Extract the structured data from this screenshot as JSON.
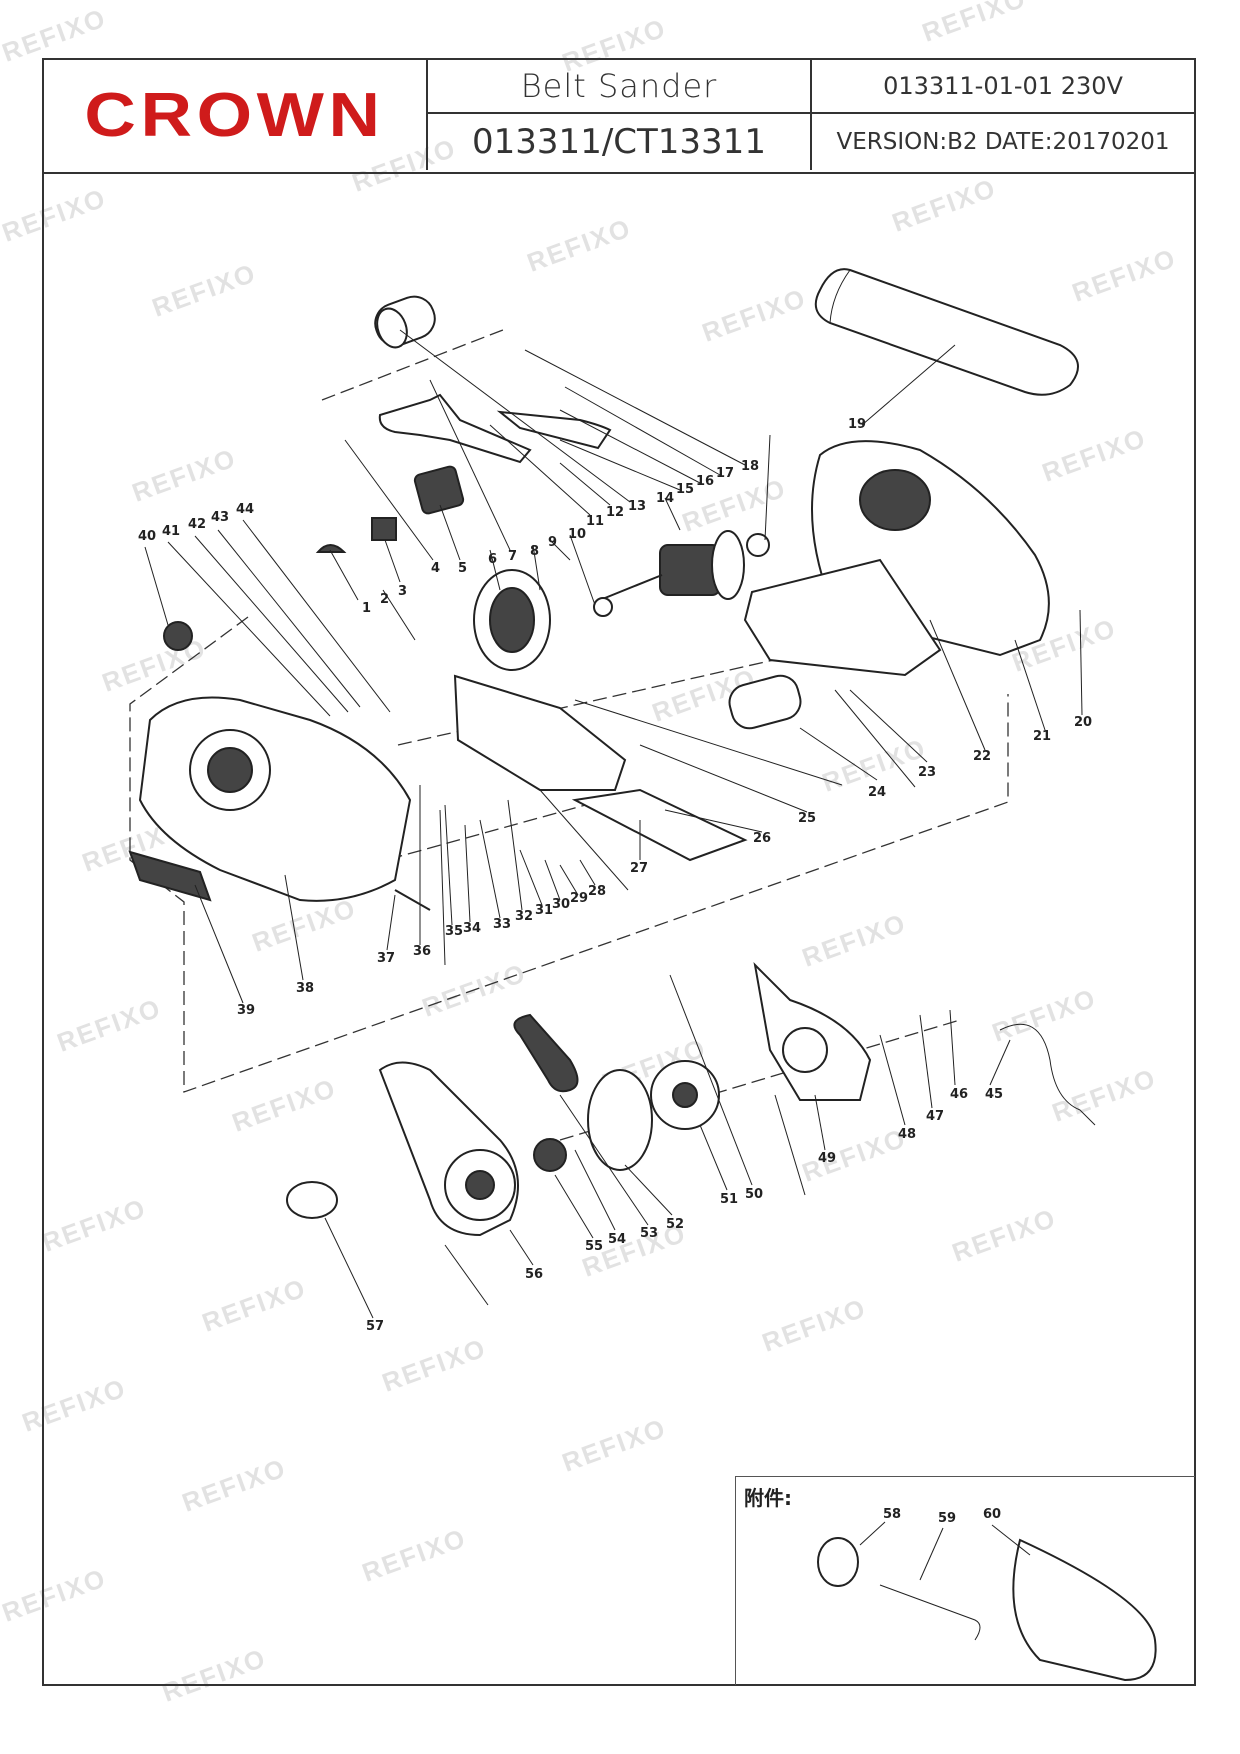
{
  "header": {
    "brand": "CROWN",
    "product_name": "Belt Sander",
    "model": "013311/CT13311",
    "drawing_code": "013311-01-01 230V",
    "version_date": "VERSION:B2 DATE:20170201"
  },
  "watermark": "REFIXO",
  "accessories_label": "附件:",
  "part_numbers": [
    "1",
    "2",
    "3",
    "4",
    "5",
    "6",
    "7",
    "8",
    "9",
    "10",
    "11",
    "12",
    "13",
    "14",
    "15",
    "16",
    "17",
    "18",
    "19",
    "20",
    "21",
    "22",
    "23",
    "24",
    "25",
    "26",
    "27",
    "28",
    "29",
    "30",
    "31",
    "32",
    "33",
    "34",
    "35",
    "36",
    "37",
    "38",
    "39",
    "40",
    "41",
    "42",
    "43",
    "44",
    "45",
    "46",
    "47",
    "48",
    "49",
    "50",
    "51",
    "52",
    "53",
    "54",
    "55",
    "56",
    "57",
    "58",
    "59",
    "60"
  ],
  "colors": {
    "brand_red": "#cf1b1b",
    "line": "#222222"
  }
}
